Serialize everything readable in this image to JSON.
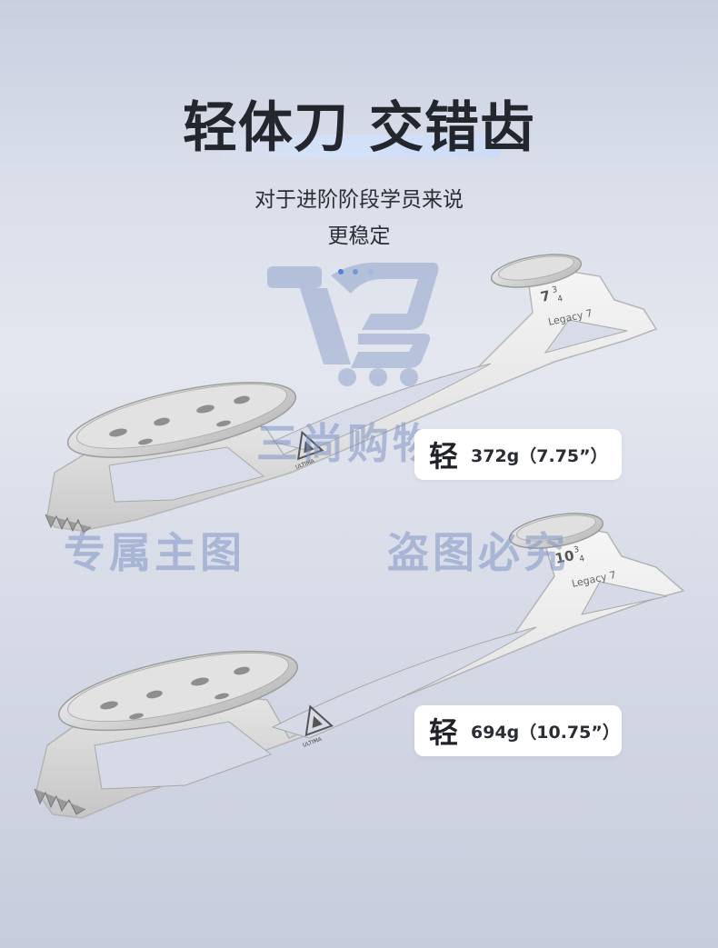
{
  "header": {
    "title": "轻体刀 交错齿",
    "subtitle_line1": "对于进阶阶段学员来说",
    "subtitle_line2": "更稳定"
  },
  "carousel_dots": {
    "count": 3,
    "colors": [
      "#3a6fd8",
      "#6f9ae6",
      "#c4d5f2"
    ]
  },
  "watermark": {
    "shop_name": "三尚购物",
    "notice_left": "专属主图",
    "notice_right": "盗图必究",
    "color": "#7f94c4"
  },
  "blades": [
    {
      "size_mark": "7",
      "size_fraction_top": "3",
      "size_fraction_bottom": "4",
      "model": "Legacy 7",
      "brand": "ULTIMA",
      "badge_label": "轻",
      "badge_value": "372g（7.75”）"
    },
    {
      "size_mark": "10",
      "size_fraction_top": "3",
      "size_fraction_bottom": "4",
      "model": "Legacy 7",
      "brand": "ULTIMA",
      "badge_label": "轻",
      "badge_value": "694g（10.75”）"
    }
  ]
}
